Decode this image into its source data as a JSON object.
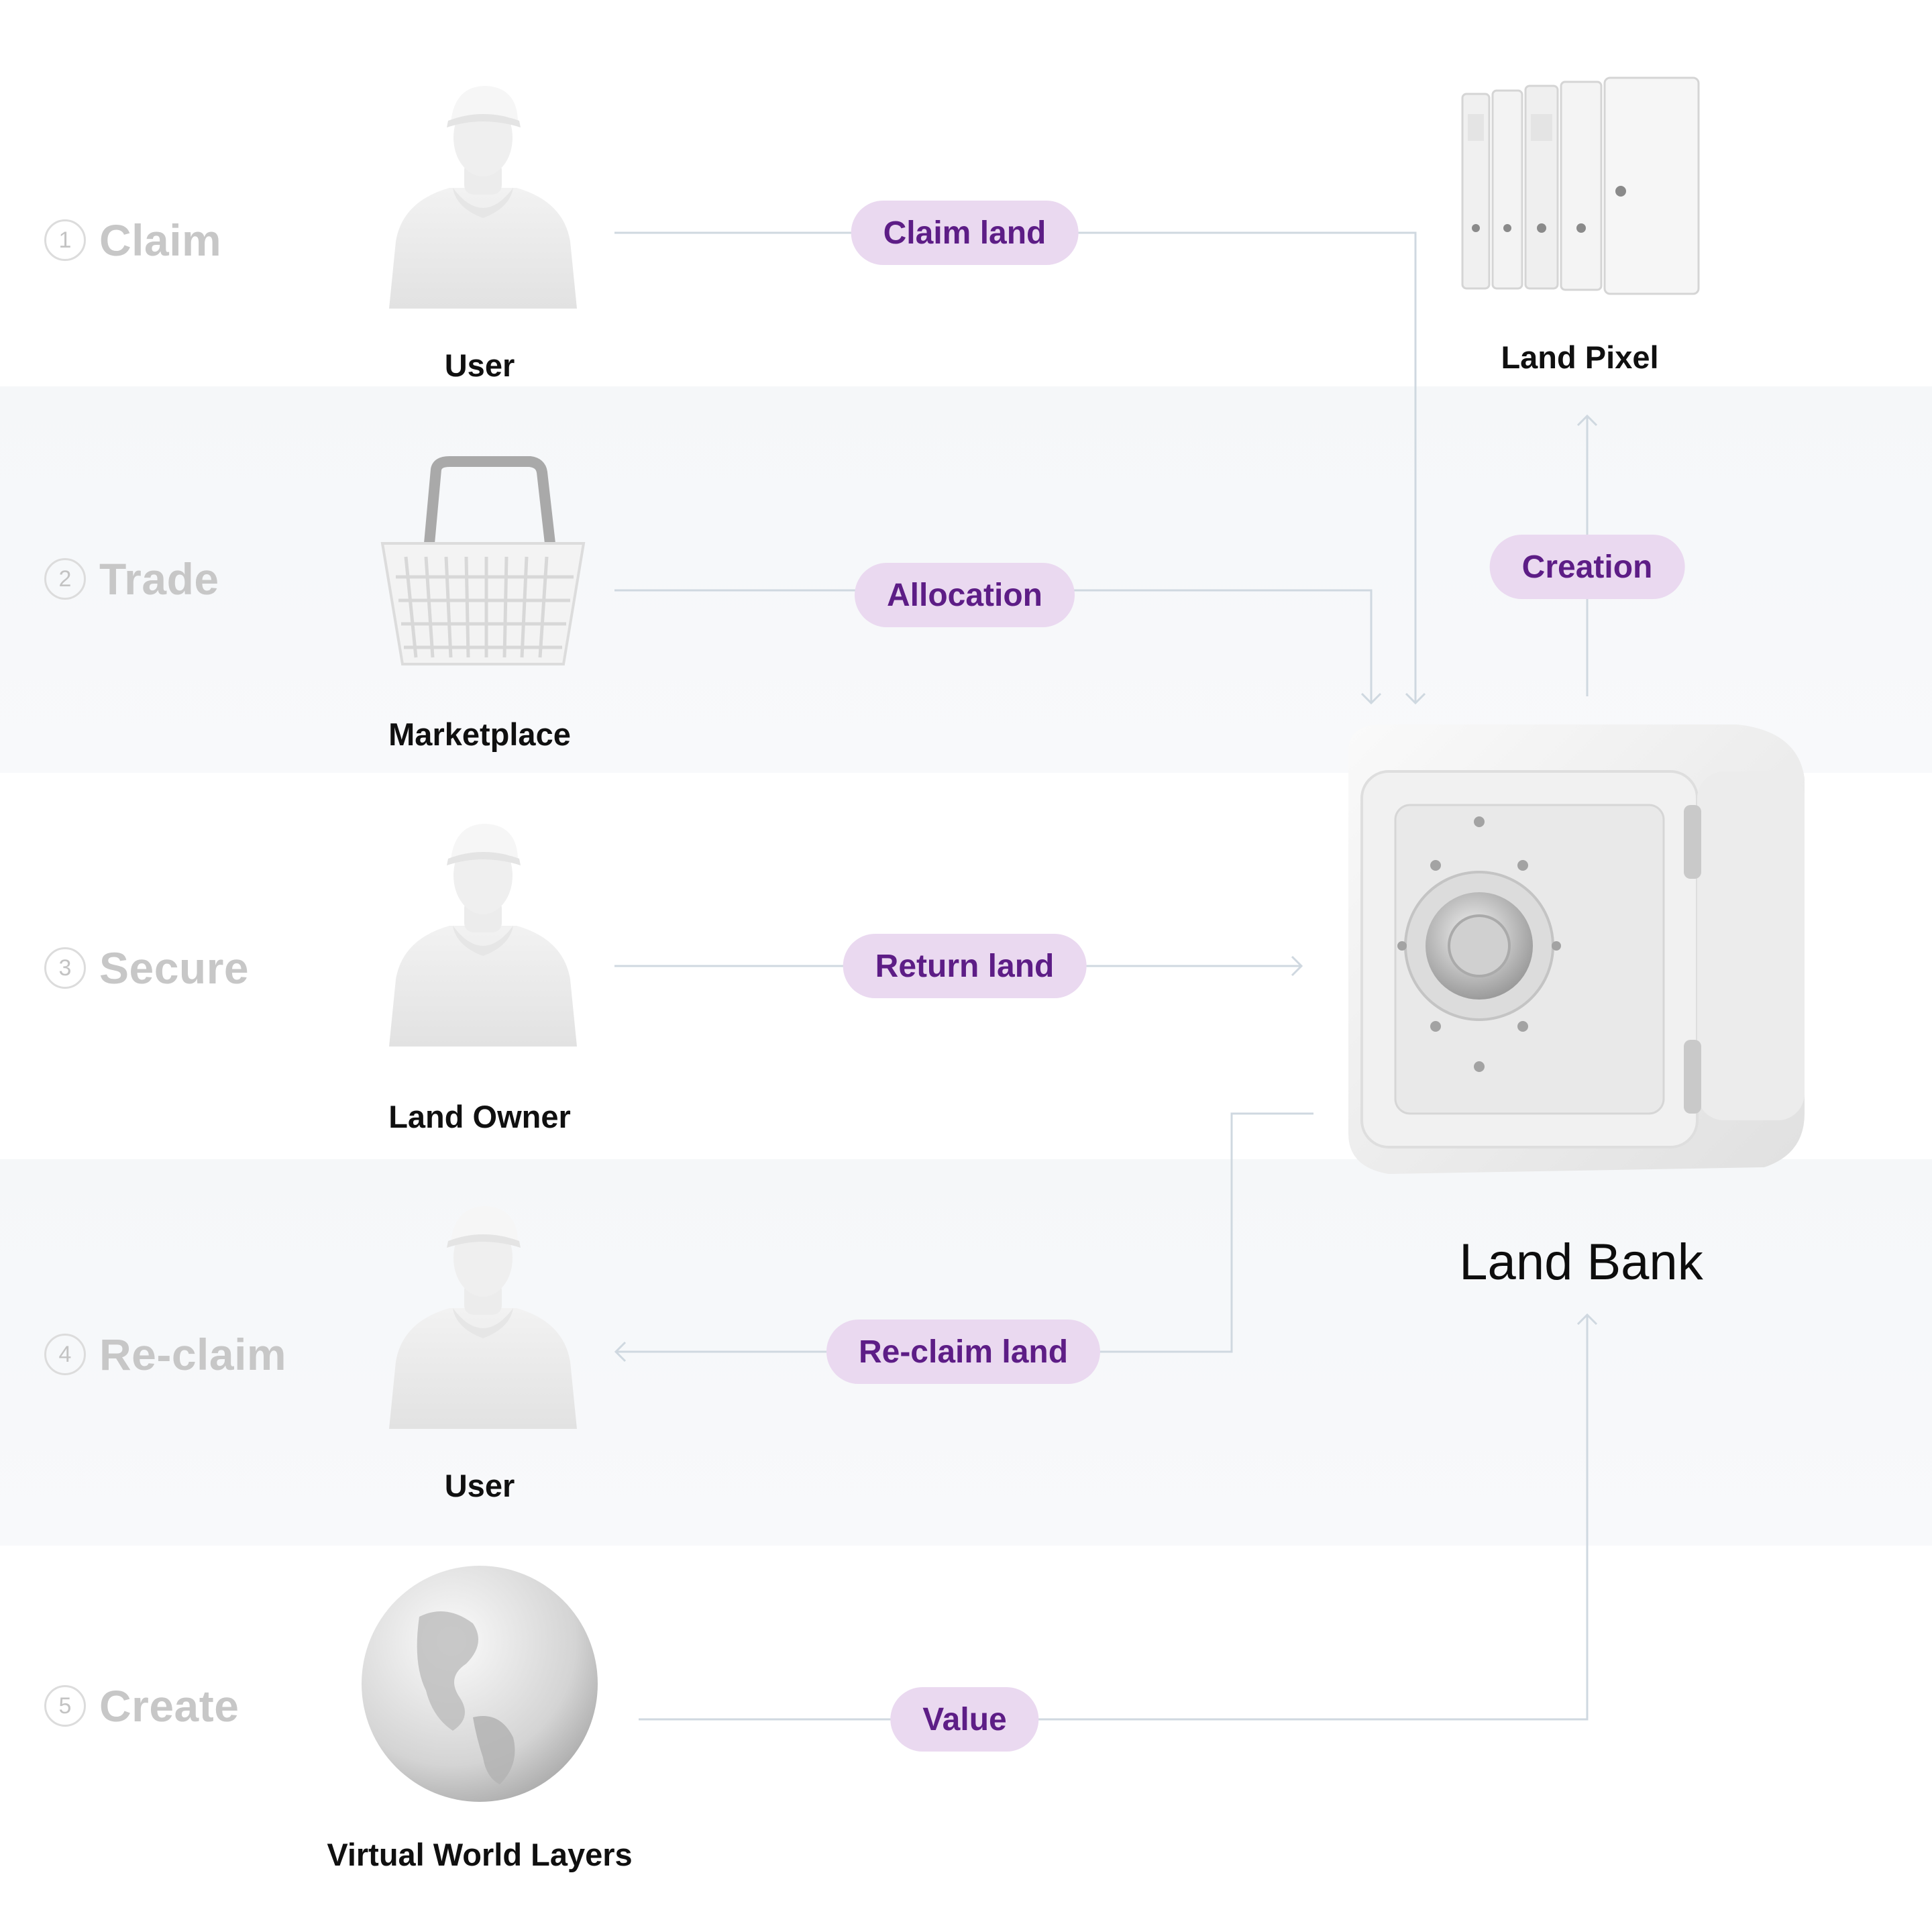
{
  "steps": [
    {
      "num": "1",
      "title": "Claim"
    },
    {
      "num": "2",
      "title": "Trade"
    },
    {
      "num": "3",
      "title": "Secure"
    },
    {
      "num": "4",
      "title": "Re-claim"
    },
    {
      "num": "5",
      "title": "Create"
    }
  ],
  "nodes": {
    "user_claim": "User",
    "marketplace": "Marketplace",
    "land_owner": "Land Owner",
    "user_reclaim": "User",
    "virtual_world_layers": "Virtual World Layers",
    "land_pixel": "Land Pixel",
    "land_bank": "Land Bank"
  },
  "edges": {
    "claim_land": "Claim land",
    "allocation": "Allocation",
    "return_land": "Return land",
    "reclaim_land": "Re-claim land",
    "value": "Value",
    "creation": "Creation"
  },
  "colors": {
    "pill_bg": "#ead9f0",
    "pill_text": "#5d1d86",
    "line": "#cfd8e0",
    "step_text": "#c7c7c7"
  }
}
